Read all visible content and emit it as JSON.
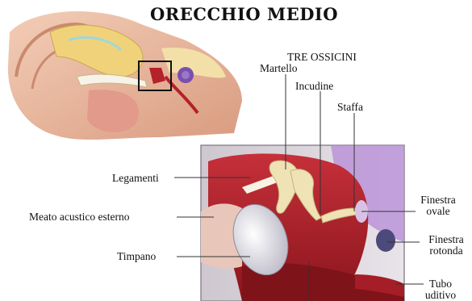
{
  "title": "ORECCHIO MEDIO",
  "labels": {
    "ossicles_group": "TRE OSSICINI",
    "malleus": "Martello",
    "incus": "Incudine",
    "stapes": "Staffa",
    "ligaments": "Legamenti",
    "external_canal": "Meato acustico esterno",
    "eardrum": "Timpano",
    "oval_window_1": "Finestra",
    "oval_window_2": "ovale",
    "round_window_1": "Finestra",
    "round_window_2": "rotonda",
    "tube_1": "Tubo",
    "tube_2": "uditivo"
  },
  "colors": {
    "flesh": "#e9b79c",
    "cartilage": "#f0d27a",
    "muscle_red": "#b4212a",
    "dark_red": "#7e1319",
    "bone": "#efe2b4",
    "inner_ear": "#7a4fb0",
    "panel_bg": "#d9d4dc"
  }
}
